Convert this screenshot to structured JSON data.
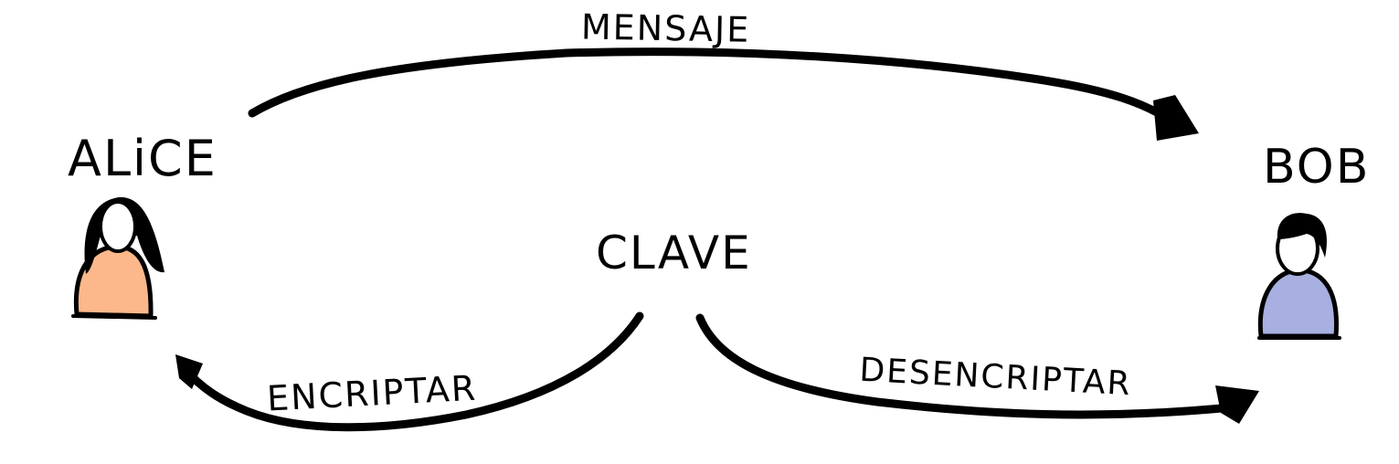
{
  "actors": {
    "alice": {
      "name": "ALiCE",
      "shirt_color": "#FCB88A",
      "hair_color": "#000000"
    },
    "bob": {
      "name": "BOB",
      "shirt_color": "#A7B0E0",
      "hair_color": "#000000"
    }
  },
  "key": {
    "label": "CLAVE"
  },
  "arrows": {
    "message": {
      "label": "MENSAJE"
    },
    "encrypt": {
      "label": "ENCRIPTAR"
    },
    "decrypt": {
      "label": "DESENCRIPTAR"
    }
  },
  "colors": {
    "ink": "#000000",
    "background": "#FFFFFF"
  }
}
